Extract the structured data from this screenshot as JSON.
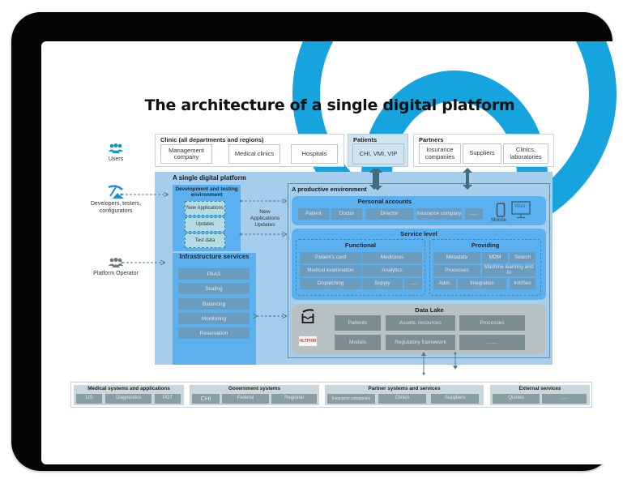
{
  "title": "The architecture of a single digital platform",
  "colors": {
    "accent_blue": "#16a4de",
    "platform_bg": "#a6cdeb",
    "panel_blue": "#5bb1f0",
    "tile_blue": "#6b9bbd",
    "data_lake_bg": "#b7c1c2",
    "arrow": "#3f6e80"
  },
  "actors": [
    {
      "icon": "users-icon",
      "label": "Users"
    },
    {
      "icon": "pickaxe-icon",
      "label": "Developers, testers, configurators"
    },
    {
      "icon": "operators-icon",
      "label": "Platform Operator"
    }
  ],
  "clinic": {
    "title": "Clinic (all departments and regions)",
    "items": [
      "Management company",
      "Medical clinics",
      "Hospitals"
    ]
  },
  "patients": {
    "title": "Patients",
    "items": [
      "CHI, VMI, VIP"
    ]
  },
  "partners": {
    "title": "Partners",
    "items": [
      "Insurance companies",
      "Suppliers",
      "Clinics, laboratories"
    ]
  },
  "platform": {
    "title": "A single digital platform",
    "dev_env": {
      "title": "Development and testing environment",
      "items": [
        "New Applications",
        "Updates",
        "Test data"
      ]
    },
    "dev_flow_label": "New Applications Updates",
    "infra": {
      "title": "Infrastructure services",
      "items": [
        "PAAS",
        "Scaling",
        "Balancing",
        "Monitoring",
        "Reservation"
      ]
    },
    "prod": {
      "title": "A productive environment",
      "personal_accounts": {
        "title": "Personal accounts",
        "items": [
          "Patient",
          "Doctor",
          "Director",
          "Insurance company",
          "......"
        ],
        "mobile_label": "Mobile",
        "web_label": "Web"
      },
      "service_level": {
        "title": "Service level",
        "functional": {
          "title": "Functional",
          "items": [
            "Patient's card",
            "Medicines",
            "Medical examination",
            "Analytics",
            "Dispatching",
            "Supply",
            "....."
          ]
        },
        "providing": {
          "title": "Providing",
          "items": [
            "Metadata",
            "MDM",
            "Search",
            "Processes",
            "Machine learning and AI",
            "Adm.",
            "Integration",
            "InfoSec"
          ]
        }
      },
      "data_lake": {
        "title": "Data Lake",
        "logo_text": "HLTFHIR",
        "items": [
          "Patients",
          "Assets, resources",
          "Processes",
          "Models",
          "Regulatory framework",
          "........"
        ]
      }
    }
  },
  "external": {
    "groups": [
      {
        "title": "Medical systems and applications",
        "items": [
          "LIS",
          "Diagnostics",
          "PDT"
        ]
      },
      {
        "title": "Government systems",
        "items": [
          "CHI",
          "Federal",
          "Regional"
        ]
      },
      {
        "title": "Partner systems and services",
        "items": [
          "Insurance companies",
          "Clinics",
          "Suppliers"
        ]
      },
      {
        "title": "External services",
        "items": [
          "Quotes",
          "....."
        ]
      }
    ]
  }
}
